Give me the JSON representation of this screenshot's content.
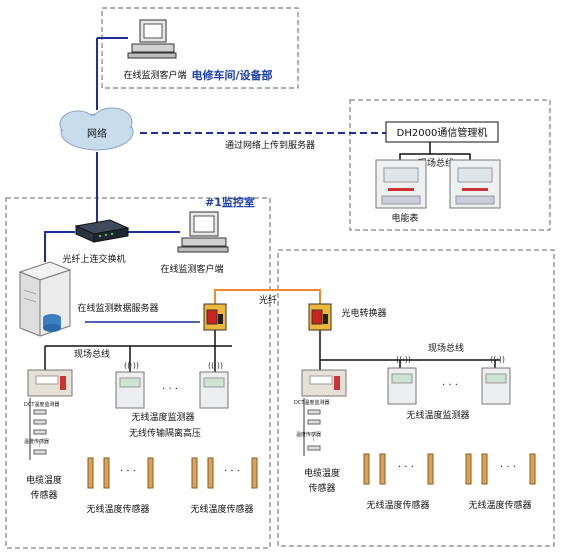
{
  "title_room": "#1监控室",
  "workshop_title": "电修车间/设备部",
  "network_label": "网络",
  "upload_label": "通过网络上传到服务器",
  "dh2000_label": "DH2000通信管理机",
  "field_bus_top": "现场总线",
  "energy_meter_label": "电能表",
  "client_top_label": "在线监测客户端",
  "switch_label": "光纤上连交换机",
  "client_room_label": "在线监测客户端",
  "server_label": "在线监测数据服务器",
  "fiber_label": "光纤",
  "converter_label": "光电转换器",
  "field_bus_left": "现场总线",
  "field_bus_right": "现场总线",
  "dots": "· · ·",
  "left_monitor_label": "无线温度监测器",
  "left_isolation_label": "无线传输隔离高压",
  "right_monitor_label": "无线温度监测器",
  "cable_temp_label_line1": "电缆温度",
  "cable_temp_label_line2": "传感器",
  "left_sensors_a": "无线温度传感器",
  "left_sensors_b": "无线温度传感器",
  "right_sensors_a": "无线温度传感器",
  "right_sensors_b": "无线温度传感器",
  "dct_label": "DCT温度监测器",
  "temp_sensor_small": "温度传感器",
  "colors": {
    "network_line": "#1c2f9a",
    "fiber_line": "#f08a2c",
    "dash_border": "#666666"
  }
}
